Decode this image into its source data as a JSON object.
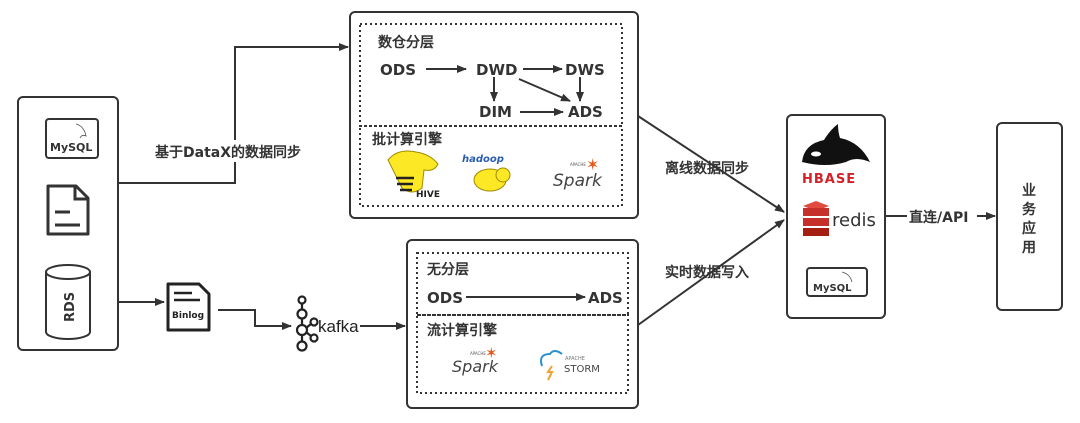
{
  "sources": {
    "mysql": "MySQL",
    "rds": "RDS"
  },
  "binlog": "Binlog",
  "kafka": "kafka",
  "sync_label": "基于DataX的数据同步",
  "offline": {
    "layer_title": "数仓分层",
    "nodes": {
      "ods": "ODS",
      "dwd": "DWD",
      "dws": "DWS",
      "dim": "DIM",
      "ads": "ADS"
    },
    "engine_title": "批计算引擎",
    "engines": {
      "hive": "HIVE",
      "hadoop": "hadoop",
      "spark": "Spark",
      "spark_apache": "APACHE"
    }
  },
  "realtime": {
    "layer_title": "无分层",
    "nodes": {
      "ods": "ODS",
      "ads": "ADS"
    },
    "engine_title": "流计算引擎",
    "engines": {
      "spark": "Spark",
      "spark_apache": "APACHE",
      "storm": "STORM",
      "storm_apache": "APACHE"
    }
  },
  "offline_sync_label": "离线数据同步",
  "realtime_write_label": "实时数据写入",
  "storage": {
    "hbase": "HBASE",
    "redis": "redis",
    "mysql": "MySQL"
  },
  "api_label": "直连/API",
  "app": {
    "label": [
      "业",
      "务",
      "应",
      "用"
    ]
  },
  "colors": {
    "hbase": "#d22128",
    "redis": "#c6302b",
    "hive": "#fde825",
    "spark": "#e25a1c",
    "storm": "#2a8fd0"
  }
}
